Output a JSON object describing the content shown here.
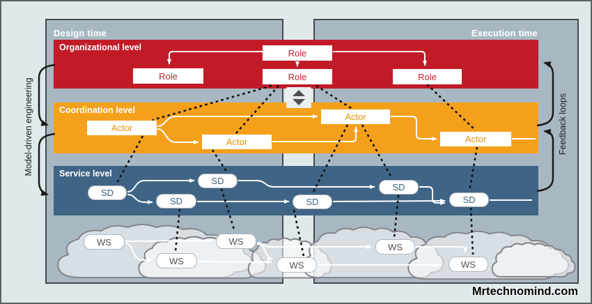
{
  "figure": {
    "panels": {
      "left": "Design time",
      "right": "Execution time"
    },
    "side_labels": {
      "left": "Model-driven engineering",
      "right": "Feedback loops"
    },
    "bands": {
      "organizational": {
        "label": "Organizational level",
        "color": "#c11b28",
        "node_label": "Role",
        "node_count": 4
      },
      "coordination": {
        "label": "Coordination level",
        "color": "#f5a01b",
        "node_label": "Actor",
        "node_count": 4
      },
      "service": {
        "label": "Service level",
        "color": "#3f6485",
        "node_label": "SD",
        "node_count": 6
      },
      "web_services": {
        "label": "",
        "node_label": "WS",
        "node_count": 6
      }
    },
    "node_labels": {
      "role": "Role",
      "actor": "Actor",
      "sd": "SD",
      "ws": "WS"
    },
    "watermark": "Mrtechnomind.com",
    "colors": {
      "panel": "#a8b8c3",
      "background": "#dfe9ec",
      "red_band": "#c11b28",
      "orange_band": "#f5a01b",
      "blue_band": "#3f6485",
      "connector_white": "#ffffff",
      "connector_dashed": "#111111"
    },
    "icons": {
      "divider": "up-down-arrows-icon"
    }
  }
}
